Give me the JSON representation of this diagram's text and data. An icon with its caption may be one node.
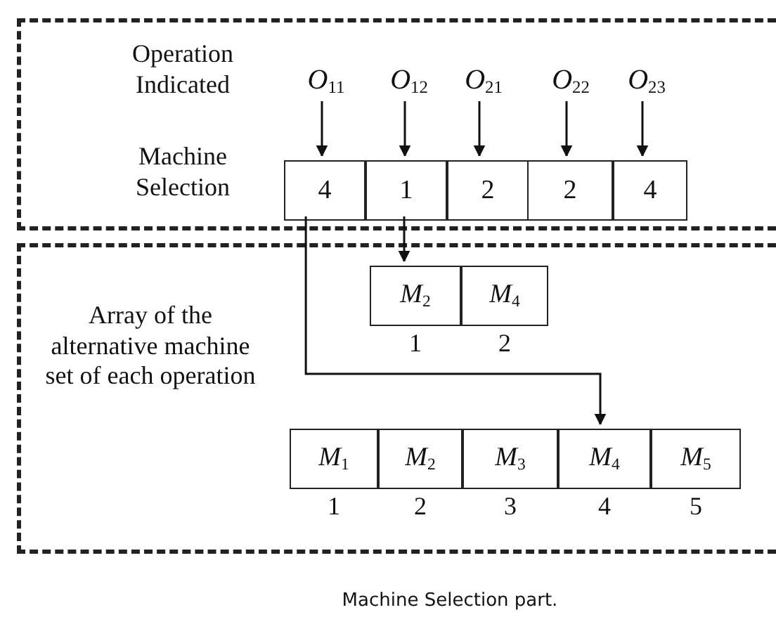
{
  "diagram": {
    "caption": "Machine Selection part.",
    "nodes": [
      {
        "text": [
          "Operation Indicated",
          "Machine Selection"
        ]
      },
      {
        "text": [
          "Array of the alternative machine set of each operation"
        ]
      },
      {
        "text": [
          "*O*$_{11}$"
        ],
        "in": 0
      },
      {
        "text": [
          "*O*$_{12}$"
        ],
        "in": 0
      },
      {
        "text": [
          "*O*$_{21}$"
        ],
        "in": 0
      },
      {
        "text": [
          "*O*$_{22}$"
        ],
        "in": 0
      },
      {
        "text": [
          "*O*$_{23}$"
        ],
        "in": 0
      },
      {
        "text": [
          "4"
        ],
        "in": 0
      },
      {
        "text": [
          "1"
        ],
        "in": 0
      },
      {
        "text": [
          "2"
        ],
        "in": 0
      },
      {
        "text": [
          "2"
        ],
        "in": 0
      },
      {
        "text": [
          "4"
        ],
        "in": 0
      },
      {
        "text": [
          "*M*$_{2}$"
        ],
        "in": 1,
        "beside": [
          "1"
        ]
      },
      {
        "text": [
          "*M*$_{4}$"
        ],
        "in": 1,
        "beside": [
          "2"
        ]
      },
      {
        "text": [
          "*M*$_{1}$"
        ],
        "in": 1,
        "beside": [
          "1"
        ]
      },
      {
        "text": [
          "*M*$_{2}$"
        ],
        "in": 1,
        "beside": [
          "2"
        ]
      },
      {
        "text": [
          "*M*$_{3}$"
        ],
        "in": 1,
        "beside": [
          "3"
        ]
      },
      {
        "text": [
          "*M*$_{4}$"
        ],
        "in": 1,
        "beside": [
          "4"
        ]
      },
      {
        "text": [
          "*M*$_{5}$"
        ],
        "in": 1,
        "beside": [
          "5"
        ]
      }
    ],
    "edges": [
      {
        "from": 2,
        "to": 7,
        "arrow": "to"
      },
      {
        "from": 3,
        "to": 8,
        "arrow": "to"
      },
      {
        "from": 4,
        "to": 9,
        "arrow": "to"
      },
      {
        "from": 5,
        "to": 10,
        "arrow": "to"
      },
      {
        "from": 6,
        "to": 11,
        "arrow": "to"
      },
      {
        "from": 8,
        "to": 12,
        "arrow": "to"
      },
      {
        "from": 7,
        "to": 17,
        "arrow": "to"
      }
    ]
  }
}
